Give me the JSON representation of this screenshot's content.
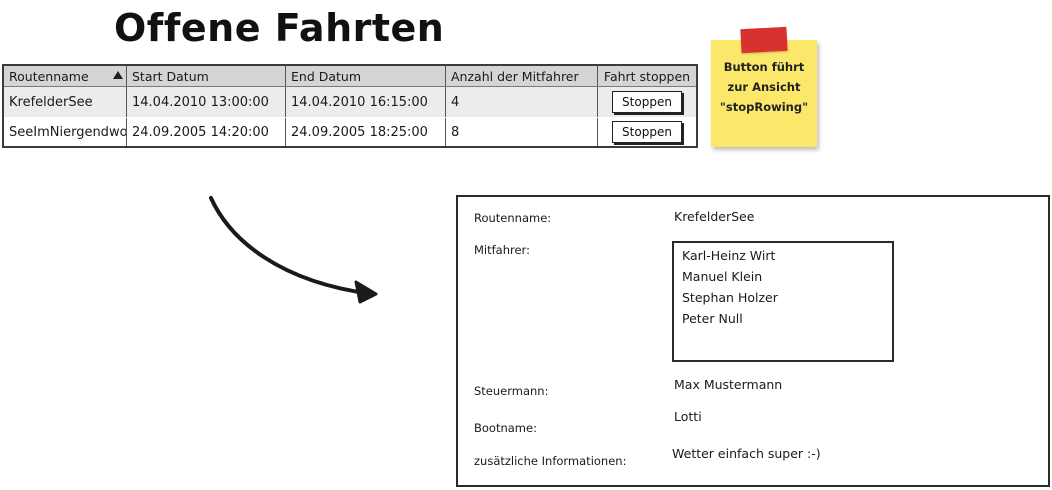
{
  "title": "Offene Fahrten",
  "table": {
    "headers": [
      "Routenname",
      "Start Datum",
      "End Datum",
      "Anzahl der Mitfahrer",
      "Fahrt stoppen"
    ],
    "rows": [
      {
        "route": "KrefelderSee",
        "start": "14.04.2010 13:00:00",
        "end": "14.04.2010 16:15:00",
        "count": "4",
        "button": "Stoppen"
      },
      {
        "route": "SeeImNiergendwo",
        "start": "24.09.2005 14:20:00",
        "end": "24.09.2005 18:25:00",
        "count": "8",
        "button": "Stoppen"
      }
    ],
    "sort_icon": "sort-ascending-icon"
  },
  "note": {
    "lines": [
      "Button führt",
      "zur Ansicht",
      "\"stopRowing\""
    ],
    "color": "#fbe76a",
    "tape_color": "#d93030"
  },
  "detail": {
    "route_label": "Routenname:",
    "route_value": "KrefelderSee",
    "passengers_label": "Mitfahrer:",
    "passengers": [
      "Karl-Heinz Wirt",
      "Manuel Klein",
      "Stephan Holzer",
      "Peter Null"
    ],
    "helmsman_label": "Steuermann:",
    "helmsman_value": "Max Mustermann",
    "boat_label": "Bootname:",
    "boat_value": "Lotti",
    "info_label": "zusätzliche Informationen:",
    "info_value": "Wetter einfach super :-)"
  },
  "arrow_icon": "curved-arrow-icon"
}
